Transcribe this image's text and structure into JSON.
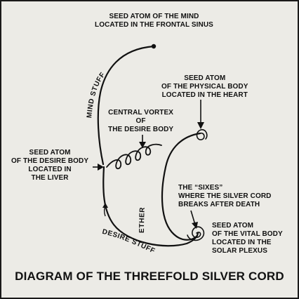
{
  "labels": {
    "mind_atom": [
      "SEED ATOM OF THE MIND",
      "LOCATED IN THE FRONTAL SINUS"
    ],
    "physical_atom": [
      "SEED ATOM",
      "OF THE PHYSICAL BODY",
      "LOCATED IN THE HEART"
    ],
    "central_vortex": [
      "CENTRAL VORTEX",
      "OF",
      "THE DESIRE BODY"
    ],
    "desire_atom": [
      "SEED ATOM",
      "OF THE DESIRE BODY",
      "LOCATED IN",
      "THE LIVER"
    ],
    "sixes": [
      "THE “SIXES”",
      "WHERE THE SILVER CORD",
      "BREAKS AFTER DEATH"
    ],
    "vital_atom": [
      "SEED ATOM",
      "OF THE VITAL BODY",
      "LOCATED IN THE",
      "SOLAR PLEXUS"
    ]
  },
  "curve_labels": {
    "mind_stuff": "MIND STUFF",
    "ether": "ETHER",
    "desire_stuff": "DESIRE STUFF"
  },
  "title": "DIAGRAM OF THE THREEFOLD SILVER CORD"
}
